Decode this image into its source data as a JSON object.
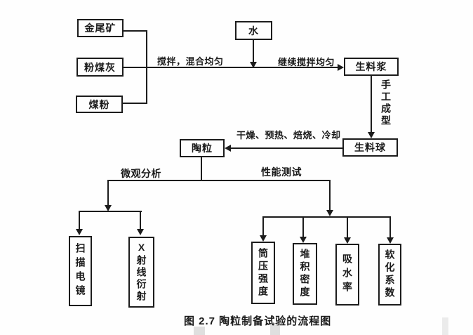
{
  "diagram": {
    "nodes": {
      "gold_tailings": "金尾矿",
      "fly_ash": "粉煤灰",
      "coal_powder": "煤粉",
      "water": "水",
      "raw_slurry": "生料浆",
      "raw_pellet": "生料球",
      "ceramsite": "陶粒",
      "sem": "扫描电镜",
      "xrd": "X射线衍射",
      "cylinder_strength": "筒压强度",
      "bulk_density": "堆积密度",
      "water_absorption": "吸水率",
      "softening_coefficient": "软化系数"
    },
    "edge_labels": {
      "mix": "搅拌，混合均匀",
      "continue_mix": "继续搅拌均匀",
      "hand_forming": "手工成型",
      "process": "干燥、预热、焙烧、冷却",
      "micro_analysis": "微观分析",
      "performance_test": "性能测试"
    },
    "caption": "图 2.7 陶粒制备试验的流程图",
    "colors": {
      "line": "#1c1c1c",
      "background": "#fefefe"
    }
  }
}
